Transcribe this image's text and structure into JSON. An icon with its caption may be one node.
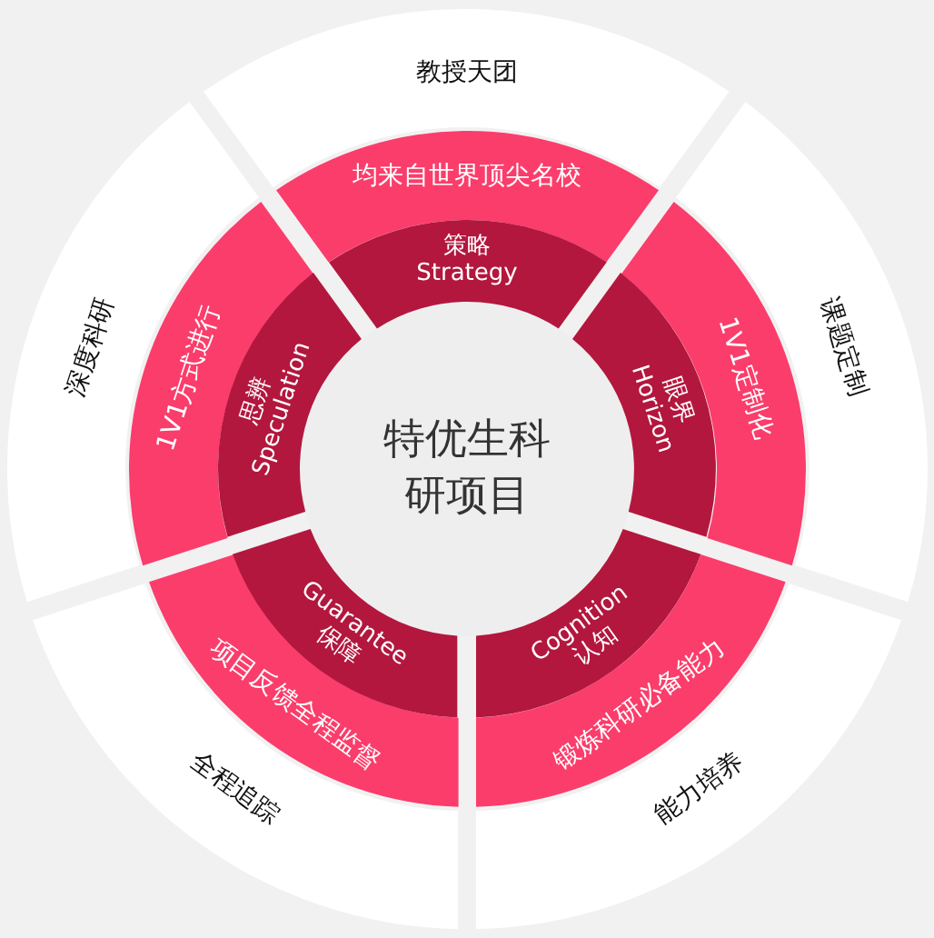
{
  "diagram": {
    "nodes": [
      {
        "text": [
          "特优生科研项目"
        ]
      },
      {
        "text": [
          "教授天团"
        ]
      },
      {
        "text": [
          "均来自世界顶尖名校"
        ]
      },
      {
        "text": [
          "策略 Strategy"
        ]
      },
      {
        "text": [
          "课题定制"
        ]
      },
      {
        "text": [
          "1V1定制化"
        ]
      },
      {
        "text": [
          "眼界 Horizon"
        ]
      },
      {
        "text": [
          "能力培养"
        ]
      },
      {
        "text": [
          "锻炼科研必备能力"
        ]
      },
      {
        "text": [
          "Cognition 认知"
        ]
      },
      {
        "text": [
          "全程追踪"
        ]
      },
      {
        "text": [
          "项目反馈全程监督"
        ]
      },
      {
        "text": [
          "Guarantee 保障"
        ]
      },
      {
        "text": [
          "深度科研"
        ]
      },
      {
        "text": [
          "1V1方式进行"
        ]
      },
      {
        "text": [
          "思辨 Speculation"
        ]
      }
    ]
  }
}
